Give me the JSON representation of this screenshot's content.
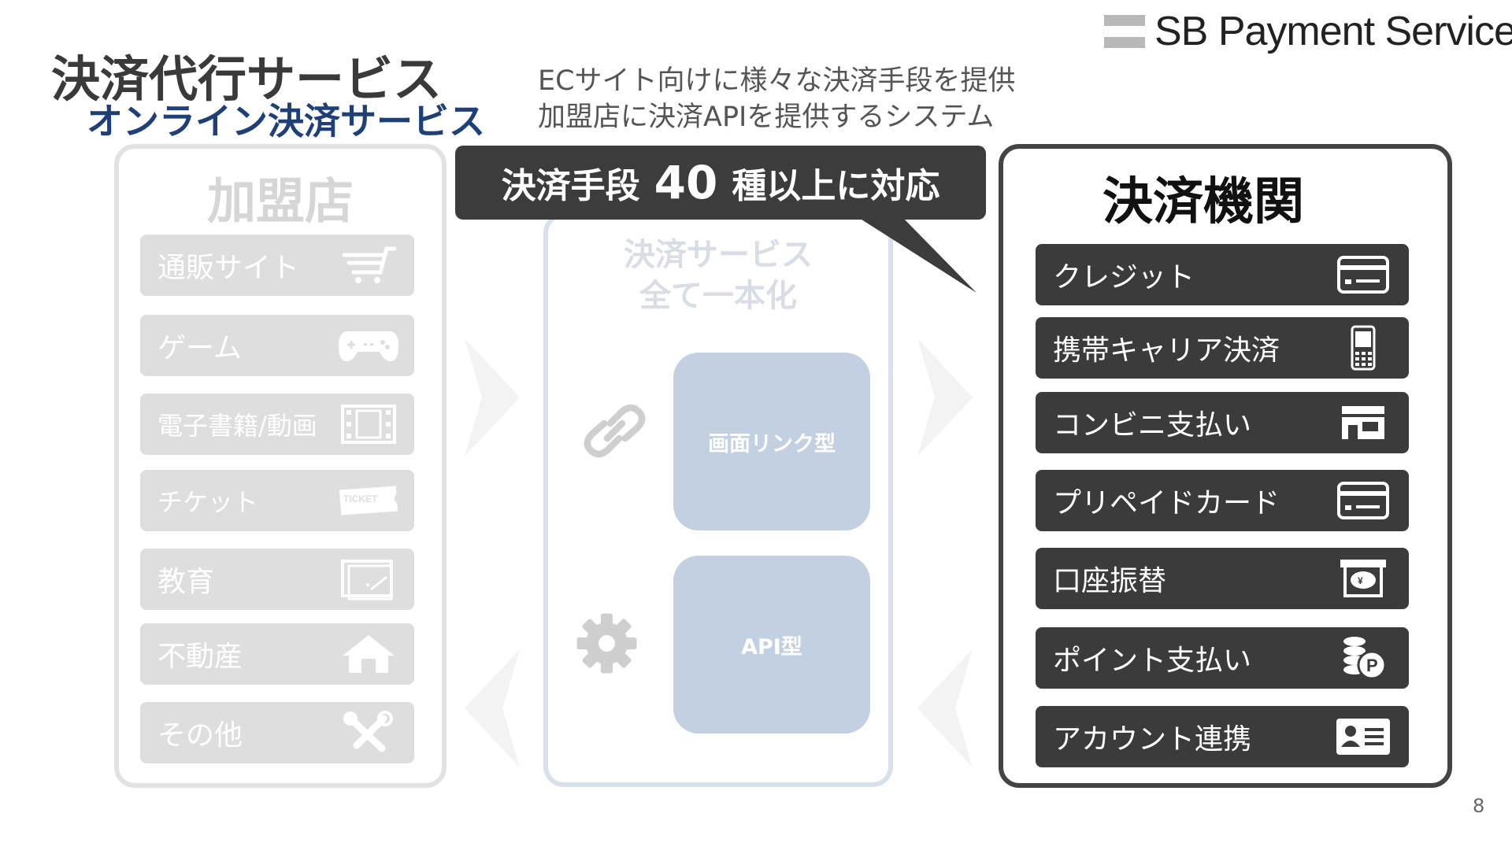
{
  "logo": {
    "text": "SB Payment Service"
  },
  "header": {
    "title": "決済代行サービス",
    "subtitle": "オンライン決済サービス",
    "description_line1": "ECサイト向けに様々な決済手段を提供",
    "description_line2": "加盟店に決済APIを提供するシステム"
  },
  "merchants": {
    "title": "加盟店",
    "items": [
      {
        "label": "通販サイト",
        "icon": "cart-icon"
      },
      {
        "label": "ゲーム",
        "icon": "gamepad-icon"
      },
      {
        "label": "電子書籍/動画",
        "icon": "film-icon"
      },
      {
        "label": "チケット",
        "icon": "ticket-icon"
      },
      {
        "label": "教育",
        "icon": "blackboard-icon"
      },
      {
        "label": "不動産",
        "icon": "house-icon"
      },
      {
        "label": "その他",
        "icon": "tools-icon"
      }
    ]
  },
  "service": {
    "title_line1": "決済サービス",
    "title_line2": "全て一本化",
    "link_type": "画面リンク型",
    "api_type": "API型"
  },
  "callout": {
    "before": "決済手段",
    "number": "40",
    "after": "種以上に対応"
  },
  "institutions": {
    "title": "決済機関",
    "items": [
      {
        "label": "クレジット",
        "icon": "credit-card-icon"
      },
      {
        "label": "携帯キャリア決済",
        "icon": "mobile-phone-icon"
      },
      {
        "label": "コンビニ支払い",
        "icon": "store-icon"
      },
      {
        "label": "プリペイドカード",
        "icon": "prepaid-card-icon"
      },
      {
        "label": "口座振替",
        "icon": "atm-icon"
      },
      {
        "label": "ポイント支払い",
        "icon": "points-icon"
      },
      {
        "label": "アカウント連携",
        "icon": "id-card-icon"
      }
    ]
  },
  "page_number": "8",
  "colors": {
    "title_sub": "#1e3f78",
    "dark": "#3b3b3b",
    "merchant_gray": "#dedede",
    "service_blue": "#c3d0e1"
  }
}
